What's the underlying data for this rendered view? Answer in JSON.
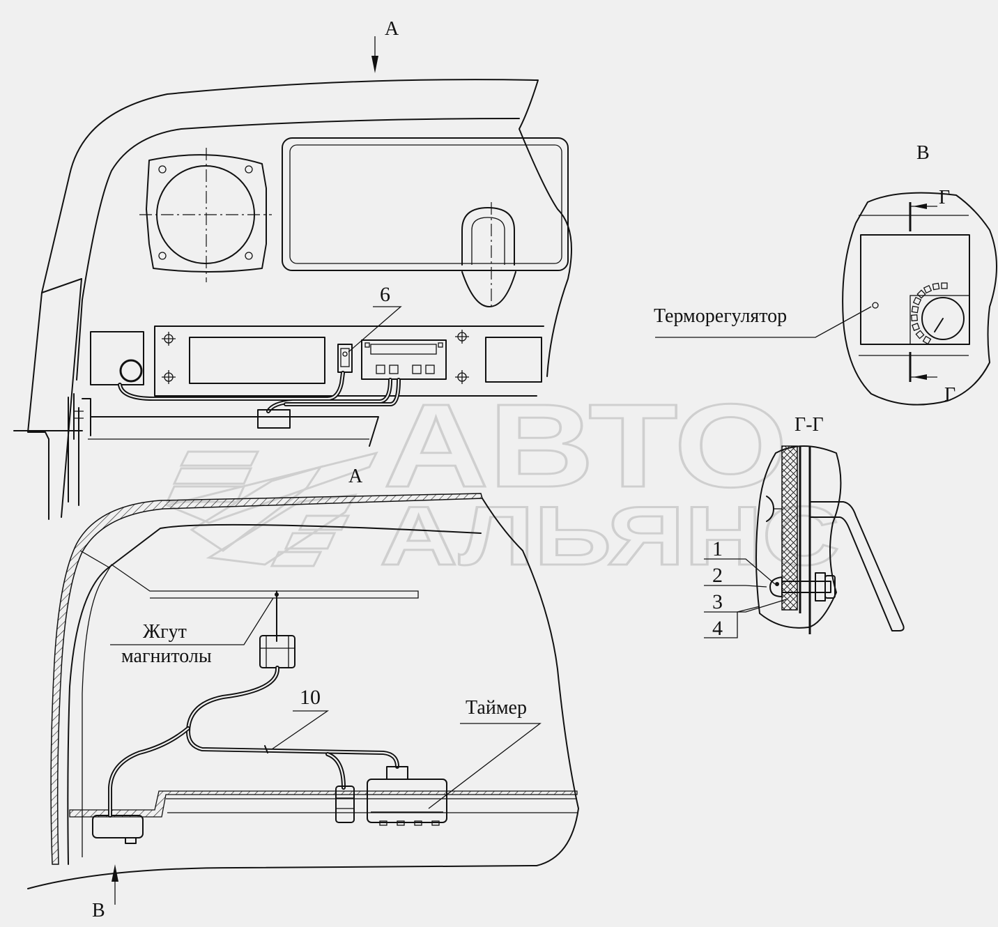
{
  "view_labels": {
    "view_a_top": "А",
    "view_a_lower": "А",
    "view_b_top": "В",
    "view_b_bottom": "В",
    "section_mark_top": "Г",
    "section_mark_bottom": "Г",
    "section_title": "Г-Г"
  },
  "callouts": {
    "item_6": "6",
    "item_10": "10",
    "thermostat": "Терморегулятор",
    "harness_line1": "Жгут",
    "harness_line2": "магнитолы",
    "timer": "Таймер"
  },
  "section_items": [
    "1",
    "2",
    "3",
    "4"
  ],
  "watermark": {
    "line1": "АВТО",
    "line2": "АЛЬЯНС",
    "logo_icon": "avto-alyans-logo-icon"
  },
  "colors": {
    "background": "#f0f0f0",
    "line": "#111111",
    "watermark": "#cfcfcf"
  }
}
